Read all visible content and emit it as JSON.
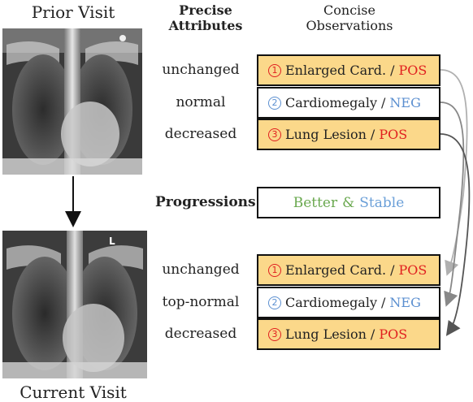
{
  "titles": {
    "prior": "Prior Visit",
    "current": "Current Visit"
  },
  "headers": {
    "precise": [
      "Precise",
      "Attributes"
    ],
    "concise": [
      "Concise",
      "Observations"
    ]
  },
  "prior_rows": [
    {
      "attribute": "unchanged",
      "num": "1",
      "observation": "Enlarged Card.",
      "label": "POS"
    },
    {
      "attribute": "normal",
      "num": "2",
      "observation": "Cardiomegaly",
      "label": "NEG"
    },
    {
      "attribute": "decreased",
      "num": "3",
      "observation": "Lung Lesion",
      "label": "POS"
    }
  ],
  "current_rows": [
    {
      "attribute": "unchanged",
      "num": "1",
      "observation": "Enlarged Card.",
      "label": "POS"
    },
    {
      "attribute": "top-normal",
      "num": "2",
      "observation": "Cardiomegaly",
      "label": "NEG"
    },
    {
      "attribute": "decreased",
      "num": "3",
      "observation": "Lung Lesion",
      "label": "POS"
    }
  ],
  "progression": {
    "label": "Progressions",
    "better": "Better",
    "amp": "&",
    "stable": "Stable"
  },
  "xray_marker": "L",
  "colors": {
    "pos_fill": "#fbd88a",
    "pos_text": "#e02020",
    "neg_text": "#5b8fd0",
    "better": "#6aa84f",
    "stable": "#6a9fd8",
    "arrow_gray": "#b0b0b0",
    "arrow_dark": "#555555"
  }
}
